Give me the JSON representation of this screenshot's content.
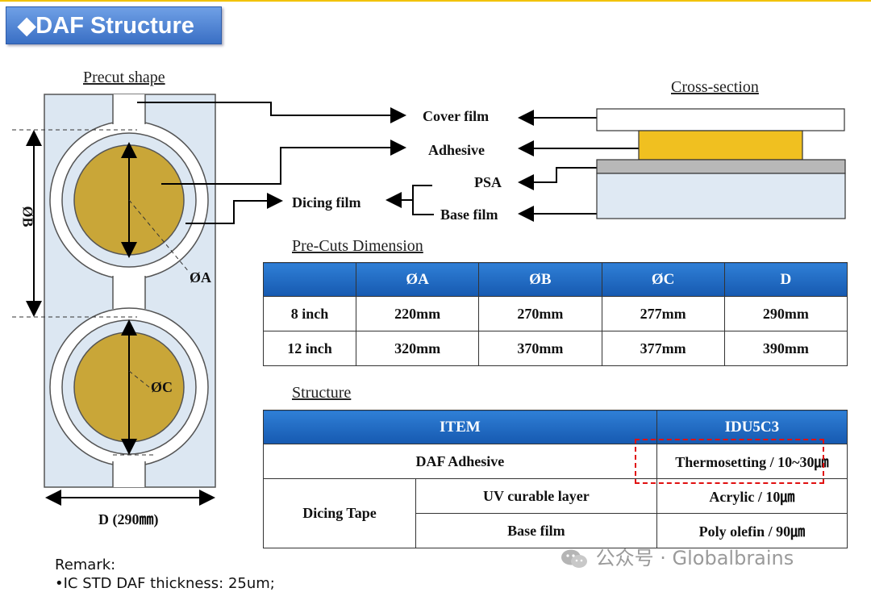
{
  "title": "◆DAF Structure",
  "precut": {
    "heading": "Precut shape",
    "label_a": "ØA",
    "label_b": "ØB",
    "label_c": "ØC",
    "label_d": "D (290㎜)"
  },
  "cross_section": {
    "heading": "Cross-section",
    "layers": [
      "Cover film",
      "Adhesive",
      "PSA",
      "Base film"
    ],
    "dicing_film_label": "Dicing film",
    "colors": {
      "cover": "#ffffff",
      "adhesive": "#f0c020",
      "psa": "#b8b8b8",
      "base": "#dfe9f3",
      "film_bg": "#dce7f2",
      "wafer": "#c9a638"
    }
  },
  "dimension_table": {
    "heading": "Pre-Cuts Dimension",
    "headers": [
      "",
      "ØA",
      "ØB",
      "ØC",
      "D"
    ],
    "rows": [
      [
        "8 inch",
        "220mm",
        "270mm",
        "277mm",
        "290mm"
      ],
      [
        "12 inch",
        "320mm",
        "370mm",
        "377mm",
        "390mm"
      ]
    ]
  },
  "structure_table": {
    "heading": "Structure",
    "headers": [
      "ITEM",
      "IDU5C3"
    ],
    "daf_item": "DAF Adhesive",
    "daf_value": "Thermosetting / 10~30㎛",
    "dicing_item": "Dicing Tape",
    "uv_layer": "UV curable layer",
    "uv_value": "Acrylic / 10㎛",
    "base_layer": "Base film",
    "base_value": "Poly olefin / 90㎛"
  },
  "remark": {
    "label": "Remark:",
    "line1": "•IC STD DAF thickness: 25um;"
  },
  "watermark": "公众号 · Globalbrains"
}
